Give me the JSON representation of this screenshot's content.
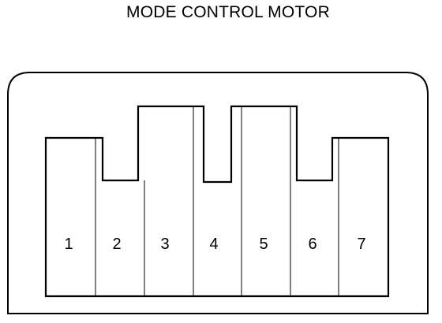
{
  "title": "MODE CONTROL MOTOR",
  "connector": {
    "pins": [
      {
        "label": "1",
        "tab": "high"
      },
      {
        "label": "2",
        "tab": "low"
      },
      {
        "label": "3",
        "tab": "top"
      },
      {
        "label": "4",
        "tab": "low"
      },
      {
        "label": "5",
        "tab": "top"
      },
      {
        "label": "6",
        "tab": "low"
      },
      {
        "label": "7",
        "tab": "high"
      }
    ]
  }
}
